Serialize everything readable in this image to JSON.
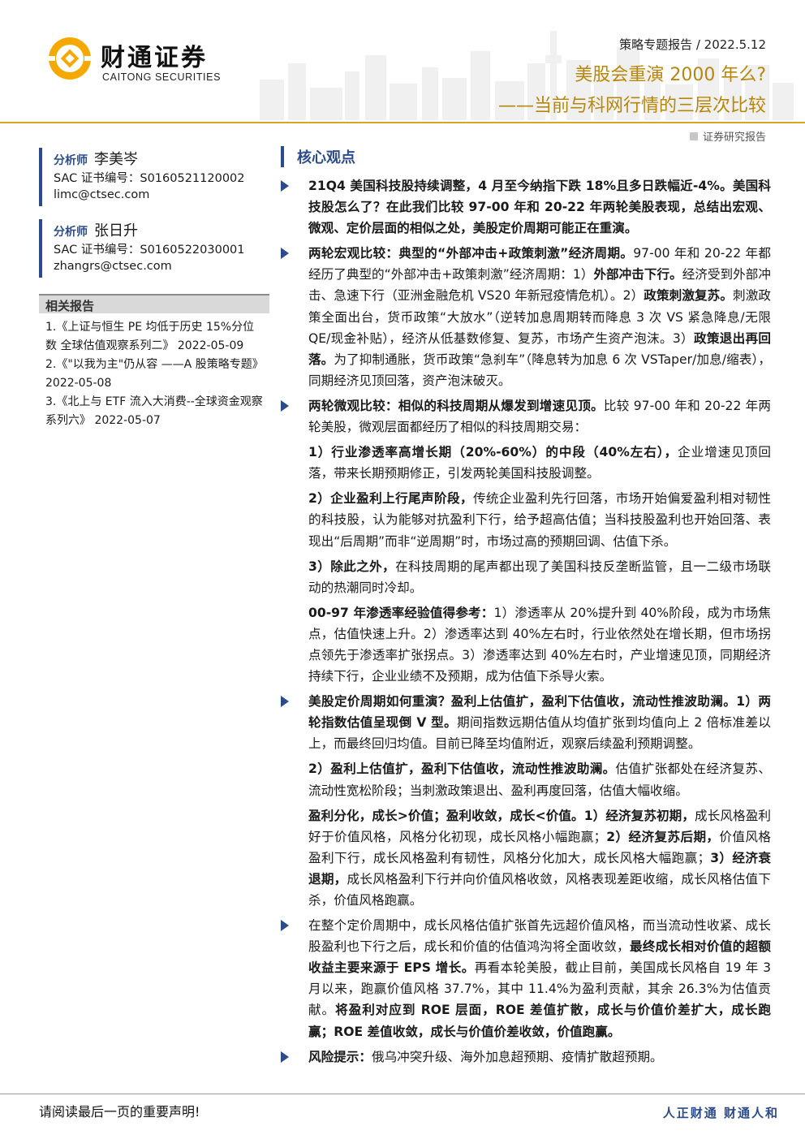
{
  "header": {
    "brand_cn": "财通证券",
    "brand_en": "CAITONG SECURITIES",
    "report_type": "策略专题报告 / 2022.5.12",
    "title_line1": "美股会重演 2000 年么?",
    "title_line2": "——当前与科网行情的三层次比较",
    "tag": "证券研究报告"
  },
  "analysts": [
    {
      "role": "分析师",
      "name": "李美岑",
      "sac": "SAC 证书编号：S0160521120002",
      "email": "limc@ctsec.com"
    },
    {
      "role": "分析师",
      "name": "张日升",
      "sac": "SAC 证书编号：S0160522030001",
      "email": "zhangrs@ctsec.com"
    }
  ],
  "related": {
    "title": "相关报告",
    "items": [
      "1.《上证与恒生 PE 均低于历史 15%分位数 全球估值观察系列二》  2022-05-09",
      "2.《\"以我为主\"仍从容 ——A 股策略专题》  2022-05-08",
      "3.《北上与 ETF 流入大消费--全球资金观察系列六》  2022-05-07"
    ]
  },
  "core": {
    "title": "核心观点",
    "p1": {
      "a": "21Q4 美国科技股持续调整，4 月至今纳指下跌 18%且多日跌幅近-4%。美国科技股怎么了？在此我们比较 97-00 年和 20-22 年两轮美股表现，总结出宏观、微观、定价层面的相似之处，美股定价周期可能正在重演。"
    },
    "p2": {
      "b1": "两轮宏观比较：典型的“外部冲击+政策刺激”经济周期。",
      "t1": "97-00 年和 20-22 年都经历了典型的“外部冲击+政策刺激”经济周期：1）",
      "b2": "外部冲击下行。",
      "t2": "经济受到外部冲击、急速下行（亚洲金融危机 VS20 年新冠疫情危机）。2）",
      "b3": "政策刺激复苏。",
      "t3": "刺激政策全面出台，货币政策“大放水”（逆转加息周期转而降息 3 次 VS 紧急降息/无限 QE/现金补贴），经济从低基数修复、复苏，市场产生资产泡沫。3）",
      "b4": "政策退出再回落。",
      "t4": "为了抑制通胀，货币政策“急刹车”（降息转为加息 6 次 VSTaper/加息/缩表），同期经济见顶回落，资产泡沫破灭。"
    },
    "p3": {
      "b1": "两轮微观比较：相似的科技周期从爆发到增速见顶。",
      "t1": "比较 97-00 年和 20-22 年两轮美股，微观层面都经历了相似的科技周期交易："
    },
    "s1": {
      "b": "1）行业渗透率高增长期（20%-60%）的中段（40%左右），",
      "t": "企业增速见顶回落，带来长期预期修正，引发两轮美国科技股调整。"
    },
    "s2": {
      "b": "2）企业盈利上行尾声阶段，",
      "t": "传统企业盈利先行回落，市场开始偏爱盈利相对韧性的科技股，认为能够对抗盈利下行，给予超高估值；当科技股盈利也开始回落、表现出“后周期”而非“逆周期”时，市场过高的预期回调、估值下杀。"
    },
    "s3": {
      "b": "3）除此之外，",
      "t": "在科技周期的尾声都出现了美国科技反垄断监管，且一二级市场联动的热潮同时冷却。"
    },
    "s4": {
      "b": "00-97 年渗透率经验值得参考：",
      "t": "1）渗透率从 20%提升到 40%阶段，成为市场焦点，估值快速上升。2）渗透率达到 40%左右时，行业依然处在增长期，但市场拐点领先于渗透率扩张拐点。3）渗透率达到 40%左右时，产业增速见顶，同期经济持续下行，企业业绩不及预期，成为估值下杀导火索。"
    },
    "p4": {
      "b1": "美股定价周期如何重演？盈利上估值扩，盈利下估值收，流动性推波助澜。1）两轮指数估值呈现倒 V 型。",
      "t1": "期间指数远期估值从均值扩张到均值向上 2 倍标准差以上，而最终回归均值。目前已降至均值附近，观察后续盈利预期调整。"
    },
    "s5": {
      "b": "2）盈利上估值扩，盈利下估值收，流动性推波助澜。",
      "t": "估值扩张都处在经济复苏、流动性宽松阶段；当刺激政策退出、盈利再度回落，估值大幅收缩。"
    },
    "s6": {
      "b1": "盈利分化，成长>价值；盈利收敛，成长<价值。1）经济复苏初期，",
      "t1": "成长风格盈利好于价值风格，风格分化初现，成长风格小幅跑赢；",
      "b2": "2）经济复苏后期，",
      "t2": "价值风格盈利下行，成长风格盈利有韧性，风格分化加大，成长风格大幅跑赢；",
      "b3": "3）经济衰退期，",
      "t3": "成长风格盈利下行并向价值风格收敛，风格表现差距收缩，成长风格估值下杀，价值风格跑赢。"
    },
    "p5": {
      "t1": "在整个定价周期中，成长风格估值扩张首先远超价值风格，而当流动性收紧、成长股盈利也下行之后，成长和价值的估值鸿沟将全面收敛，",
      "b1": "最终成长相对价值的超额收益主要来源于 EPS 增长。",
      "t2": "再看本轮美股，截止目前，美国成长风格自 19 年 3 月以来，跑赢价值风格 37.7%，其中 11.4%为盈利贡献，其余 26.3%为估值贡献。",
      "b2": "将盈利对应到 ROE 层面，ROE 差值扩散，成长与价值价差扩大，成长跑赢；ROE 差值收敛，成长与价值价差收敛，价值跑赢。"
    },
    "p6": {
      "b": "风险提示：",
      "t": "俄乌冲突升级、海外加息超预期、疫情扩散超预期。"
    }
  },
  "footer": {
    "note": "请阅读最后一页的重要声明!",
    "slogan": "人正财通  财通人和"
  },
  "colors": {
    "brand_blue": "#2b4b8c",
    "gold": "#d9a520",
    "title_gold": "#b8860b"
  }
}
